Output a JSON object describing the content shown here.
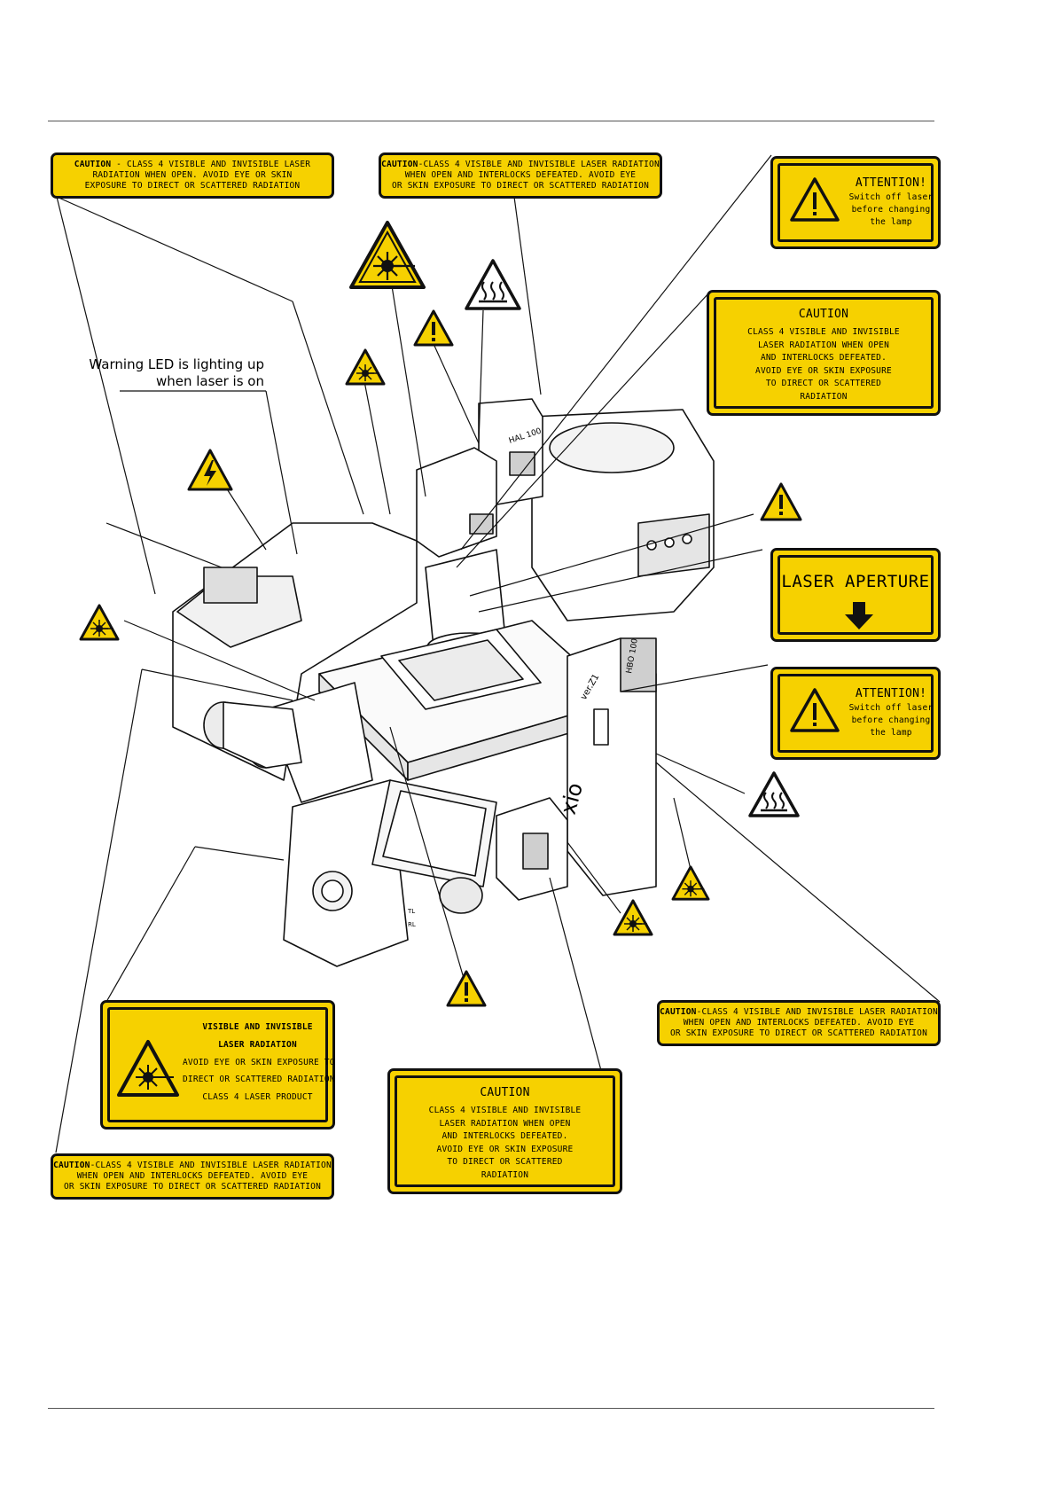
{
  "annotation": {
    "led_line1": "Warning LED is lighting up",
    "led_line2": "when laser is on"
  },
  "signs": {
    "top_left": {
      "bold": "CAUTION",
      "rest1": " - CLASS 4 VISIBLE AND INVISIBLE LASER",
      "line2": "RADIATION WHEN OPEN. AVOID EYE OR SKIN",
      "line3": "EXPOSURE TO DIRECT OR SCATTERED RADIATION"
    },
    "top_center": {
      "bold": "CAUTION",
      "rest1": "-CLASS 4 VISIBLE AND INVISIBLE LASER RADIATION",
      "line2": "WHEN OPEN AND INTERLOCKS DEFEATED. AVOID EYE",
      "line3": "OR SKIN EXPOSURE TO DIRECT OR SCATTERED RADIATION"
    },
    "attention_1": {
      "title": "ATTENTION!",
      "line1": "Switch off laser",
      "line2": "before changing",
      "line3": "the lamp"
    },
    "caution_right": {
      "title": "CAUTION",
      "line1": "CLASS 4 VISIBLE AND INVISIBLE",
      "line2": "LASER RADIATION WHEN OPEN",
      "line3": "AND INTERLOCKS DEFEATED.",
      "line4": "AVOID EYE OR SKIN EXPOSURE",
      "line5": "TO DIRECT OR SCATTERED",
      "line6": "RADIATION"
    },
    "laser_aperture": {
      "title": "LASER APERTURE"
    },
    "attention_2": {
      "title": "ATTENTION!",
      "line1": "Switch off laser",
      "line2": "before changing",
      "line3": "the lamp"
    },
    "bottom_right": {
      "bold": "CAUTION",
      "rest1": "-CLASS 4 VISIBLE AND INVISIBLE LASER RADIATION",
      "line2": "WHEN OPEN AND INTERLOCKS DEFEATED. AVOID EYE",
      "line3": "OR SKIN EXPOSURE TO DIRECT OR SCATTERED RADIATION"
    },
    "visible_invisible": {
      "title1": "VISIBLE AND INVISIBLE",
      "title2": "LASER RADIATION",
      "line1": "AVOID EYE OR SKIN EXPOSURE TO",
      "line2": "DIRECT OR SCATTERED RADIATION",
      "line3": "CLASS 4 LASER PRODUCT"
    },
    "caution_bottom": {
      "title": "CAUTION",
      "line1": "CLASS 4 VISIBLE AND INVISIBLE",
      "line2": "LASER RADIATION WHEN OPEN",
      "line3": "AND INTERLOCKS DEFEATED.",
      "line4": "AVOID EYE OR SKIN EXPOSURE",
      "line5": "TO DIRECT OR SCATTERED",
      "line6": "RADIATION"
    },
    "bottom_left": {
      "bold": "CAUTION",
      "rest1": "-CLASS 4 VISIBLE AND INVISIBLE LASER RADIATION",
      "line2": "WHEN OPEN AND INTERLOCKS DEFEATED. AVOID EYE",
      "line3": "OR SKIN EXPOSURE TO DIRECT OR SCATTERED RADIATION"
    }
  },
  "device": {
    "lamp_label_1": "HAL 100",
    "lamp_label_2": "HBO 100",
    "model_label": "ver.Z1",
    "brand_label": "xio",
    "switch_1": "TL",
    "switch_2": "RL"
  },
  "icons": {
    "laser": "laser-radiation-icon",
    "general": "general-warning-icon",
    "electric": "electric-hazard-icon",
    "hot": "hot-surface-icon",
    "arrow": "arrow-down-icon"
  },
  "colors": {
    "sign_yellow": "#f6d100",
    "ink": "#111111"
  }
}
